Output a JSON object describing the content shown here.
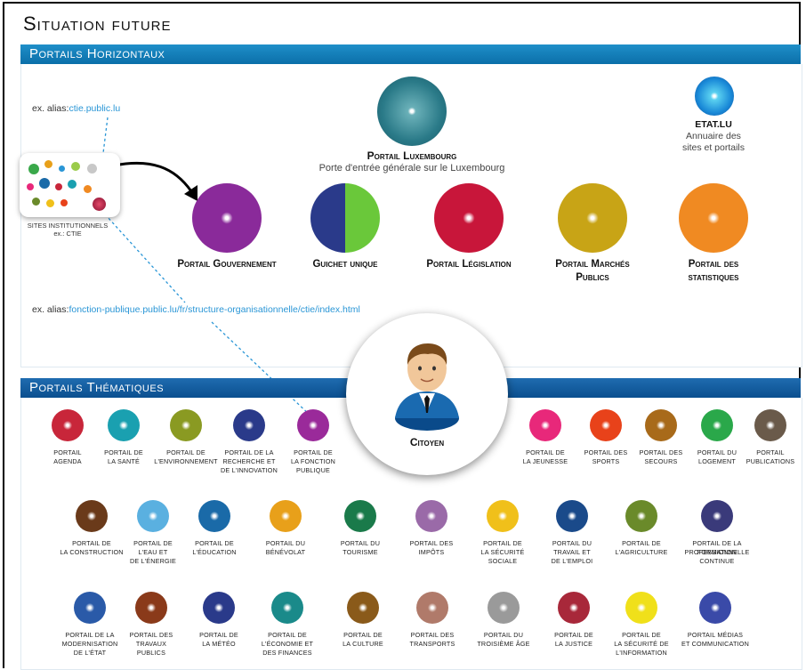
{
  "title": "Situation future",
  "horizontal": {
    "band_label": "Portails Horizontaux",
    "alias1_prefix": "ex. alias:",
    "alias1_link": "ctie.public.lu",
    "alias2_prefix": "ex. alias:",
    "alias2_link": "fonction-publique.public.lu/fr/structure-organisationnelle/ctie/index.html",
    "sites_label": "Sites institutionnels",
    "sites_sub": "ex.: CTIE",
    "luxembourg_title": "Portail Luxembourg",
    "luxembourg_sub": "Porte d'entrée générale sur le Luxembourg",
    "etat_title": "ETAT.LU",
    "etat_sub1": "Annuaire des",
    "etat_sub2": "sites et portails",
    "portals": [
      {
        "label": "Portail Gouvernement",
        "color": "#8a2a9a"
      },
      {
        "label": "Guichet unique",
        "color": "#2a3a8a"
      },
      {
        "label": "Portail Législation",
        "color": "#c8163a"
      },
      {
        "label": "Portail Marchés",
        "label2": "Publics",
        "color": "#c8a416"
      },
      {
        "label": "Portail des",
        "label2": "statistiques",
        "color": "#f08a22"
      }
    ]
  },
  "citoyen": {
    "label": "Citoyen"
  },
  "thematic": {
    "band_label": "Portails Thématiques",
    "row1": [
      {
        "l1": "Portail",
        "l2": "Agenda",
        "l3": "",
        "color": "#c8263a"
      },
      {
        "l1": "Portail de",
        "l2": "la santé",
        "l3": "",
        "color": "#1aa0b0"
      },
      {
        "l1": "Portail de",
        "l2": "l'environnement",
        "l3": "",
        "color": "#8a9a22"
      },
      {
        "l1": "Portail de la",
        "l2": "recherche et",
        "l3": "de l'innovation",
        "color": "#2a3a8a"
      },
      {
        "l1": "Portail de",
        "l2": "la fonction",
        "l3": "publique",
        "color": "#9a2a9a"
      },
      {
        "l1": "Portail de",
        "l2": "la jeunesse",
        "l3": "",
        "color": "#e8287a"
      },
      {
        "l1": "Portail des",
        "l2": "sports",
        "l3": "",
        "color": "#e8421a"
      },
      {
        "l1": "Portail des",
        "l2": "secours",
        "l3": "",
        "color": "#a86a1a"
      },
      {
        "l1": "Portail du",
        "l2": "logement",
        "l3": "",
        "color": "#2aa84a"
      },
      {
        "l1": "Portail",
        "l2": "publications",
        "l3": "",
        "color": "#6a5a4a"
      }
    ],
    "row2": [
      {
        "l1": "Portail de",
        "l2": "la construction",
        "l3": "",
        "color": "#6a3a1a"
      },
      {
        "l1": "Portail de",
        "l2": "l'eau et",
        "l3": "de l'énergie",
        "color": "#5ab0e0"
      },
      {
        "l1": "Portail de",
        "l2": "l'éducation",
        "l3": "",
        "color": "#1a6aa8"
      },
      {
        "l1": "Portail du",
        "l2": "bénévolat",
        "l3": "",
        "color": "#e8a01a"
      },
      {
        "l1": "Portail du",
        "l2": "tourisme",
        "l3": "",
        "color": "#1a7a4a"
      },
      {
        "l1": "Portail des",
        "l2": "impôts",
        "l3": "",
        "color": "#9a6aa8"
      },
      {
        "l1": "Portail de",
        "l2": "la sécurité",
        "l3": "sociale",
        "color": "#f0c01a"
      },
      {
        "l1": "Portail du",
        "l2": "travail et",
        "l3": "de l'emploi",
        "color": "#1a4a8a"
      },
      {
        "l1": "Portail de",
        "l2": "l'agriculture",
        "l3": "",
        "color": "#6a8a2a"
      },
      {
        "l1": "Portail de la formation",
        "l2": "professionnelle",
        "l3": "continue",
        "color": "#3a3a7a"
      }
    ],
    "row3": [
      {
        "l1": "Portail de la",
        "l2": "modernisation",
        "l3": "de l'État",
        "color": "#2a5aa8"
      },
      {
        "l1": "Portail des",
        "l2": "travaux",
        "l3": "publics",
        "color": "#8a3a1a"
      },
      {
        "l1": "Portail de",
        "l2": "la météo",
        "l3": "",
        "color": "#2a3a8a"
      },
      {
        "l1": "Portail de",
        "l2": "l'économie et",
        "l3": "des finances",
        "color": "#1a8a8a"
      },
      {
        "l1": "Portail de",
        "l2": "la culture",
        "l3": "",
        "color": "#8a5a1a"
      },
      {
        "l1": "Portail des",
        "l2": "transports",
        "l3": "",
        "color": "#b07a6a"
      },
      {
        "l1": "Portail du",
        "l2": "troisième âge",
        "l3": "",
        "color": "#9a9a9a"
      },
      {
        "l1": "Portail de",
        "l2": "la justice",
        "l3": "",
        "color": "#a8283a"
      },
      {
        "l1": "Portail de",
        "l2": "la sécurité de",
        "l3": "l'information",
        "color": "#f0e01a"
      },
      {
        "l1": "Portail médias",
        "l2": "et communication",
        "l3": "",
        "color": "#3a4aa8"
      }
    ]
  }
}
